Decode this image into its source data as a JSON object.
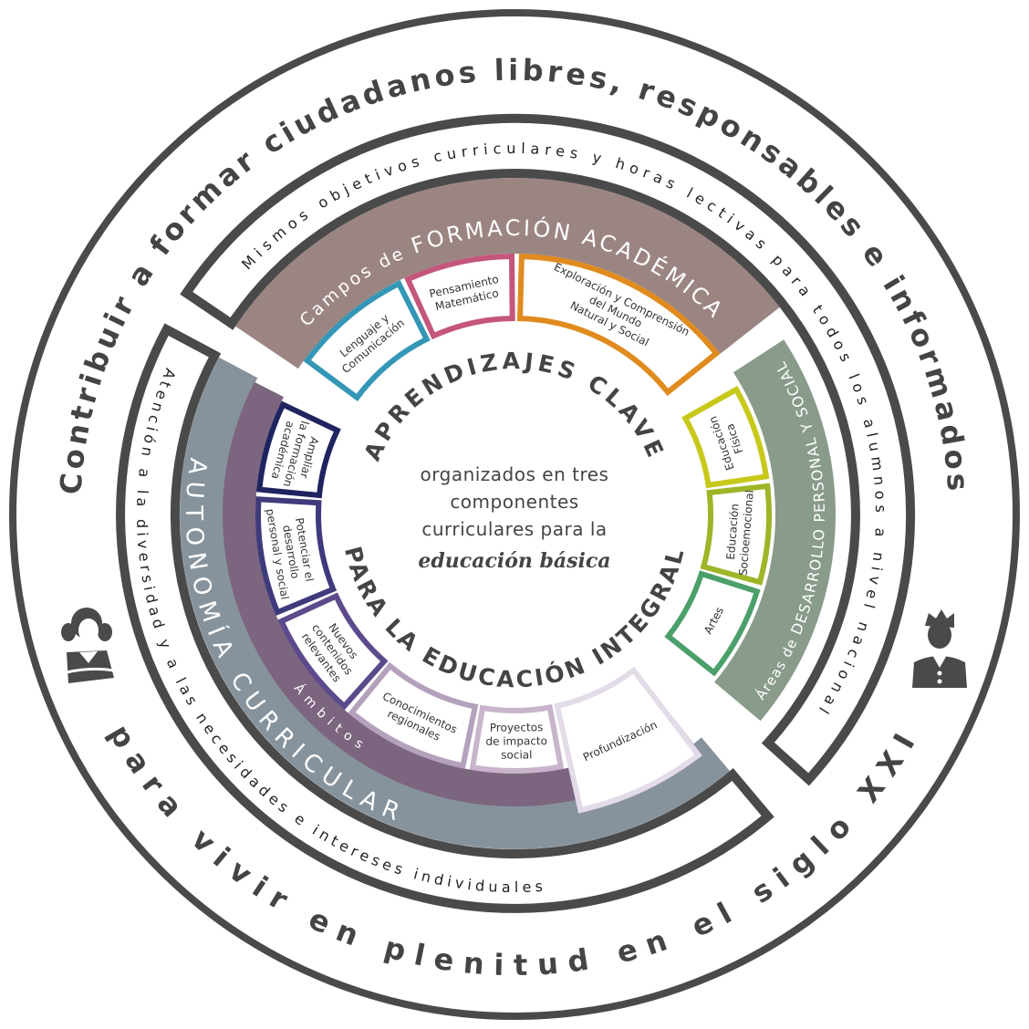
{
  "outer": {
    "top_text": "Contribuir a formar ciudadanos libres, responsables e informados",
    "bottom_text": "para vivir en plenitud en el siglo XXI"
  },
  "frames": {
    "top_text": "Mismos objetivos curriculares y horas lectivas para todos los alumnos a nivel nacional",
    "left_text": "Atención a la diversidad y a las necesidades e intereses individuales"
  },
  "bands": {
    "academic": {
      "prefix": "Campos de ",
      "title": "FORMACIÓN ACADÉMICA"
    },
    "personal": {
      "prefix": "Áreas de ",
      "title": "DESARROLLO PERSONAL Y SOCIAL"
    },
    "autonomy": {
      "title": "AUTONOMÍA CURRICULAR",
      "sublabel": "Ámbitos"
    }
  },
  "boxes": {
    "academic": [
      {
        "lines": [
          "Lenguaje y",
          "Comunicación"
        ]
      },
      {
        "lines": [
          "Pensamiento",
          "Matemático"
        ]
      },
      {
        "lines": [
          "Exploración y Comprensión",
          "del Mundo",
          "Natural y Social"
        ]
      }
    ],
    "personal": [
      {
        "lines": [
          "Educación",
          "Física"
        ]
      },
      {
        "lines": [
          "Educación",
          "Socioemocional"
        ]
      },
      {
        "lines": [
          "Artes"
        ]
      }
    ],
    "autonomy": [
      {
        "lines": [
          "Profundización"
        ]
      },
      {
        "lines": [
          "Proyectos",
          "de impacto",
          "social"
        ]
      },
      {
        "lines": [
          "Conocimientos",
          "regionales"
        ]
      },
      {
        "lines": [
          "Nuevos",
          "contenidos",
          "relevantes"
        ]
      },
      {
        "lines": [
          "Potenciar el",
          "desarrollo",
          "personal y social"
        ]
      },
      {
        "lines": [
          "Ampliar",
          "la formación",
          "académica"
        ]
      }
    ]
  },
  "center": {
    "top_arc": "APRENDIZAJES CLAVE",
    "bottom_arc": "PARA LA EDUCACIÓN INTEGRAL",
    "line1": "organizados en tres",
    "line2": "componentes",
    "line3": "curriculares para la",
    "emphasis": "educación básica"
  },
  "icons": {
    "left": "girl-icon",
    "right": "boy-icon"
  },
  "colors": {
    "dark": "#4a4a4a",
    "academic_band": "#9b8583",
    "personal_band": "#899b8b",
    "autonomy_band": "#87939c",
    "ambitos_band": "#7c657f",
    "academic_boxes": [
      "#3497b6",
      "#c4567b",
      "#e08b1f"
    ],
    "personal_boxes": [
      "#c8c81b",
      "#9db527",
      "#4b9f6b"
    ],
    "autonomy_boxes": [
      "#e3dbe8",
      "#c8b5cb",
      "#b4a2bd",
      "#5c4a8c",
      "#3f3a7c",
      "#1f2460"
    ]
  }
}
